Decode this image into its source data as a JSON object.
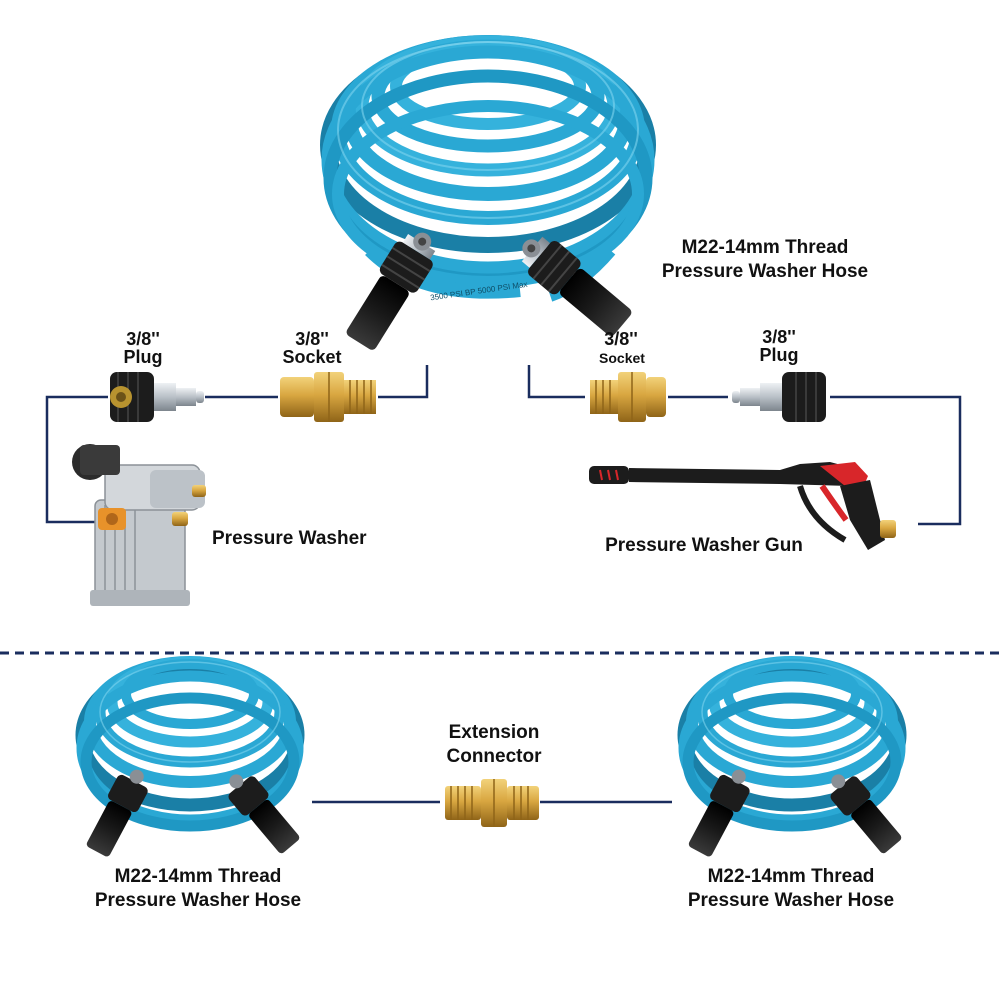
{
  "colors": {
    "line": "#1a2d5e",
    "hose": "#2aa8d4",
    "hose_dark": "#1a7fa6",
    "hose_light": "#7fd3ef",
    "brass": "#d9a741",
    "brass_dark": "#9c6f1c",
    "fitting": "#1c1c1c",
    "steel": "#b9c0c7",
    "trigger": "#d8262a",
    "pump_accent": "#e8922a"
  },
  "labels": {
    "main_hose": {
      "line1": "M22-14mm Thread",
      "line2": "Pressure Washer Hose"
    },
    "left_plug": {
      "line1": "3/8''",
      "line2": "Plug"
    },
    "left_socket": {
      "line1": "3/8''",
      "line2": "Socket"
    },
    "right_socket": {
      "line1": "3/8''",
      "line2": "Socket"
    },
    "right_plug": {
      "line1": "3/8''",
      "line2": "Plug"
    },
    "pressure_washer": "Pressure Washer",
    "pressure_washer_gun": "Pressure Washer Gun",
    "extension_connector": {
      "line1": "Extension",
      "line2": "Connector"
    },
    "left_hose": {
      "line1": "M22-14mm Thread",
      "line2": "Pressure Washer Hose"
    },
    "right_hose": {
      "line1": "M22-14mm Thread",
      "line2": "Pressure Washer Hose"
    }
  },
  "hose_print": "3500 PSI  BP 5000 PSI Max"
}
